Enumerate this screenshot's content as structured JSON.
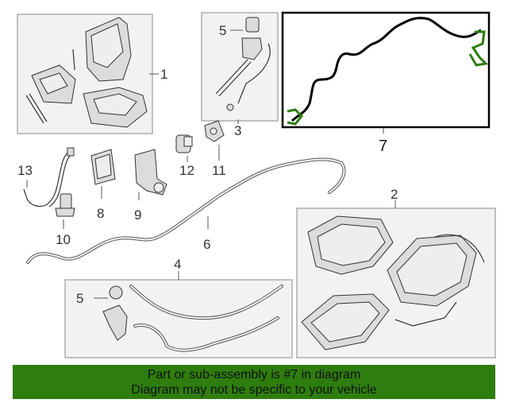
{
  "callouts": {
    "c1": "1",
    "c2": "2",
    "c3": "3",
    "c4": "4",
    "c5a": "5",
    "c5b": "5",
    "c6": "6",
    "c7": "7",
    "c8": "8",
    "c9": "9",
    "c10": "10",
    "c11": "11",
    "c12": "12",
    "c13": "13"
  },
  "banner": {
    "line1": "Part or sub-assembly is #7 in diagram",
    "line2": "Diagram may not be specific to your vehicle"
  },
  "colors": {
    "banner_bg": "#2e7d0e",
    "highlight": "#2e7d0e"
  }
}
